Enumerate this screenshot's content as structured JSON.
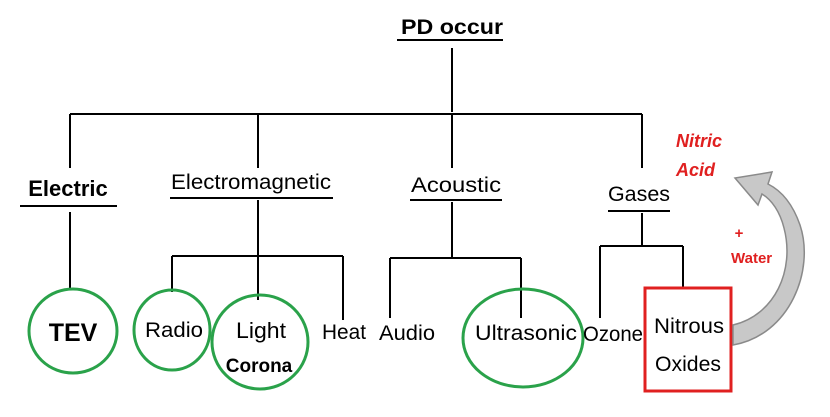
{
  "root": {
    "label": "PD occur"
  },
  "categories": {
    "electric": "Electric",
    "electromagnetic": "Electromagnetic",
    "acoustic": "Acoustic",
    "gases": "Gases"
  },
  "leaves": {
    "tev": "TEV",
    "radio": "Radio",
    "light": "Light",
    "corona": "Corona",
    "heat": "Heat",
    "audio": "Audio",
    "ultrasonic": "Ultrasonic",
    "ozone": "Ozone",
    "nitrous_line1": "Nitrous",
    "nitrous_line2": "Oxides"
  },
  "annotations": {
    "nitric_line1": "Nitric",
    "nitric_line2": "Acid",
    "plus": "+",
    "water": "Water"
  },
  "colors": {
    "line": "#000000",
    "circle": "#2aa24a",
    "box": "#e02020",
    "annotation": "#e02020",
    "arrow_fill": "#c8c8c8",
    "arrow_stroke": "#8a8a8a"
  }
}
